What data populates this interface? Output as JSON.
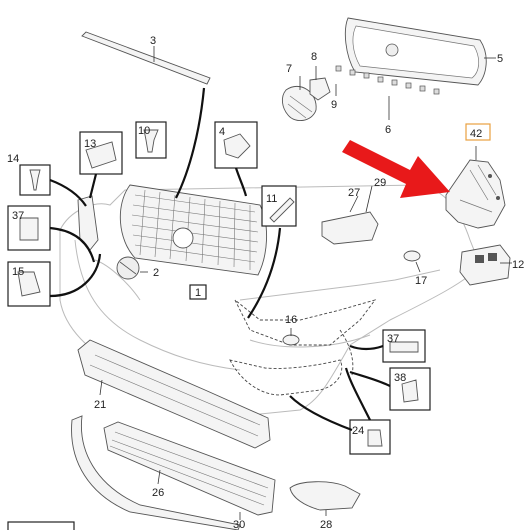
{
  "diagram": {
    "callouts": {
      "p1": "1",
      "p2": "2",
      "p3": "3",
      "p5": "5",
      "p6": "6",
      "p7": "7",
      "p8": "8",
      "p9": "9",
      "p10": "10",
      "p11": "11",
      "p12": "12",
      "p13": "13",
      "p14": "14",
      "p15": "15",
      "p16": "16",
      "p17": "17",
      "p21": "21",
      "p24": "24",
      "p26": "26",
      "p27": "27",
      "p28": "28",
      "p29": "29",
      "p30": "30",
      "p37a": "37",
      "p37b": "37",
      "p38": "38",
      "p4": "4",
      "p42": "42"
    },
    "highlight": {
      "part": "42",
      "arrow_color": "#e8191a",
      "box_color": "#e8a040"
    }
  }
}
